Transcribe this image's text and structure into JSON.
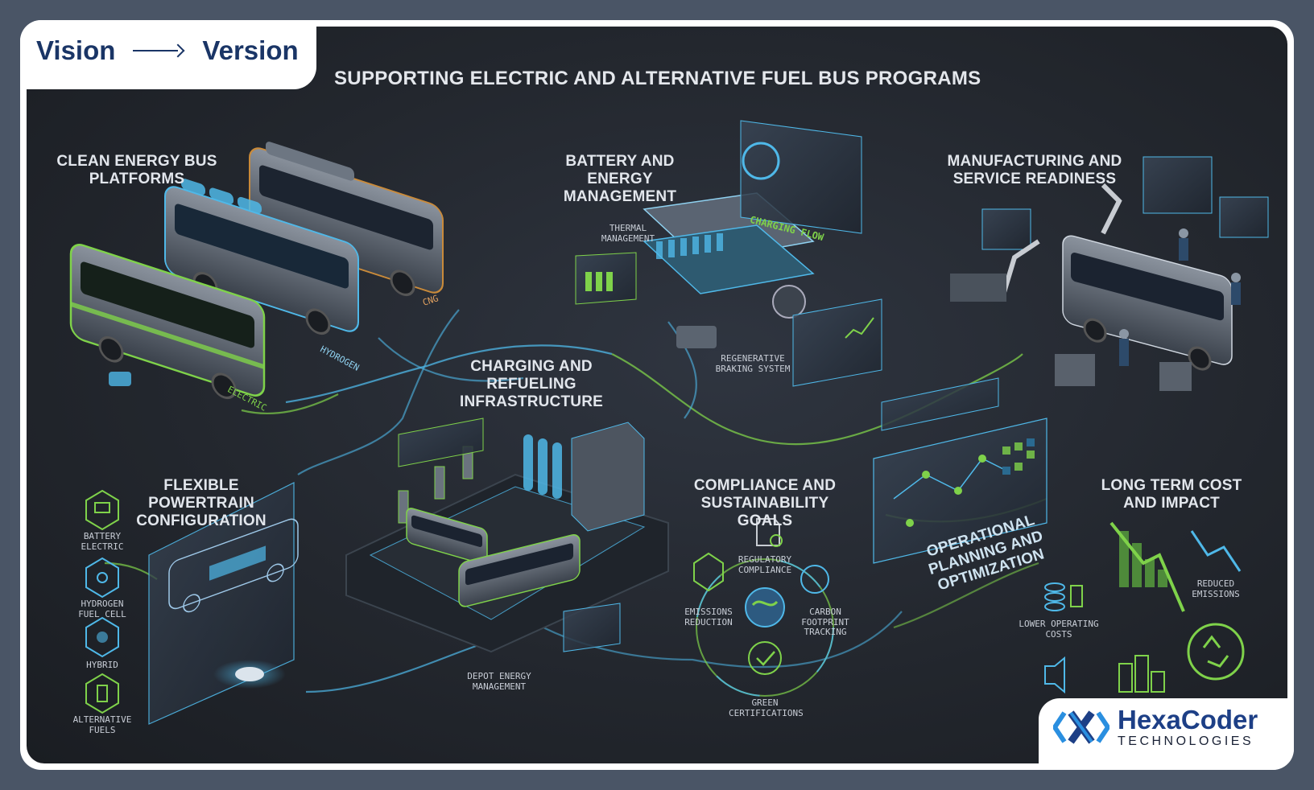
{
  "header": {
    "vision": "Vision",
    "version": "Version",
    "title": "SUPPORTING ELECTRIC AND ALTERNATIVE FUEL BUS PROGRAMS"
  },
  "sections": {
    "clean_energy": "CLEAN ENERGY BUS PLATFORMS",
    "battery": "BATTERY AND ENERGY MANAGEMENT",
    "manufacturing": "MANUFACTURING AND SERVICE READINESS",
    "charging": "CHARGING AND REFUELING INFRASTRUCTURE",
    "powertrain": "FLEXIBLE POWERTRAIN CONFIGURATION",
    "compliance": "COMPLIANCE AND SUSTAINABILITY GOALS",
    "long_term": "LONG TERM COST AND IMPACT",
    "operational": "OPERATIONAL PLANNING AND OPTIMIZATION"
  },
  "bus_labels": {
    "cng": "CNG",
    "hydrogen": "HYDROGEN",
    "electric": "ELECTRIC"
  },
  "battery_labels": {
    "thermal": "THERMAL MANAGEMENT",
    "charging": "CHARGING FLOW",
    "regen": "REGENERATIVE BRAKING SYSTEM"
  },
  "charging_labels": {
    "depot": "DEPOT ENERGY MANAGEMENT"
  },
  "powertrain_items": [
    {
      "label": "BATTERY ELECTRIC"
    },
    {
      "label": "HYDROGEN FUEL CELL"
    },
    {
      "label": "HYBRID"
    },
    {
      "label": "ALTERNATIVE FUELS"
    }
  ],
  "compliance_items": [
    {
      "label": "REGULATORY COMPLIANCE"
    },
    {
      "label": "EMISSIONS REDUCTION"
    },
    {
      "label": "CARBON FOOTPRINT TRACKING"
    },
    {
      "label": "GREEN CERTIFICATIONS"
    }
  ],
  "long_term_items": [
    {
      "label": "REDUCED EMISSIONS"
    },
    {
      "label": "LOWER OPERATING COSTS"
    }
  ],
  "logo": {
    "brand": "HexaCoder",
    "sub": "TECHNOLOGIES"
  },
  "colors": {
    "accent_green": "#7fd24a",
    "accent_blue": "#4fb8e8",
    "brand_navy": "#1a3566",
    "background": "#23272e"
  }
}
